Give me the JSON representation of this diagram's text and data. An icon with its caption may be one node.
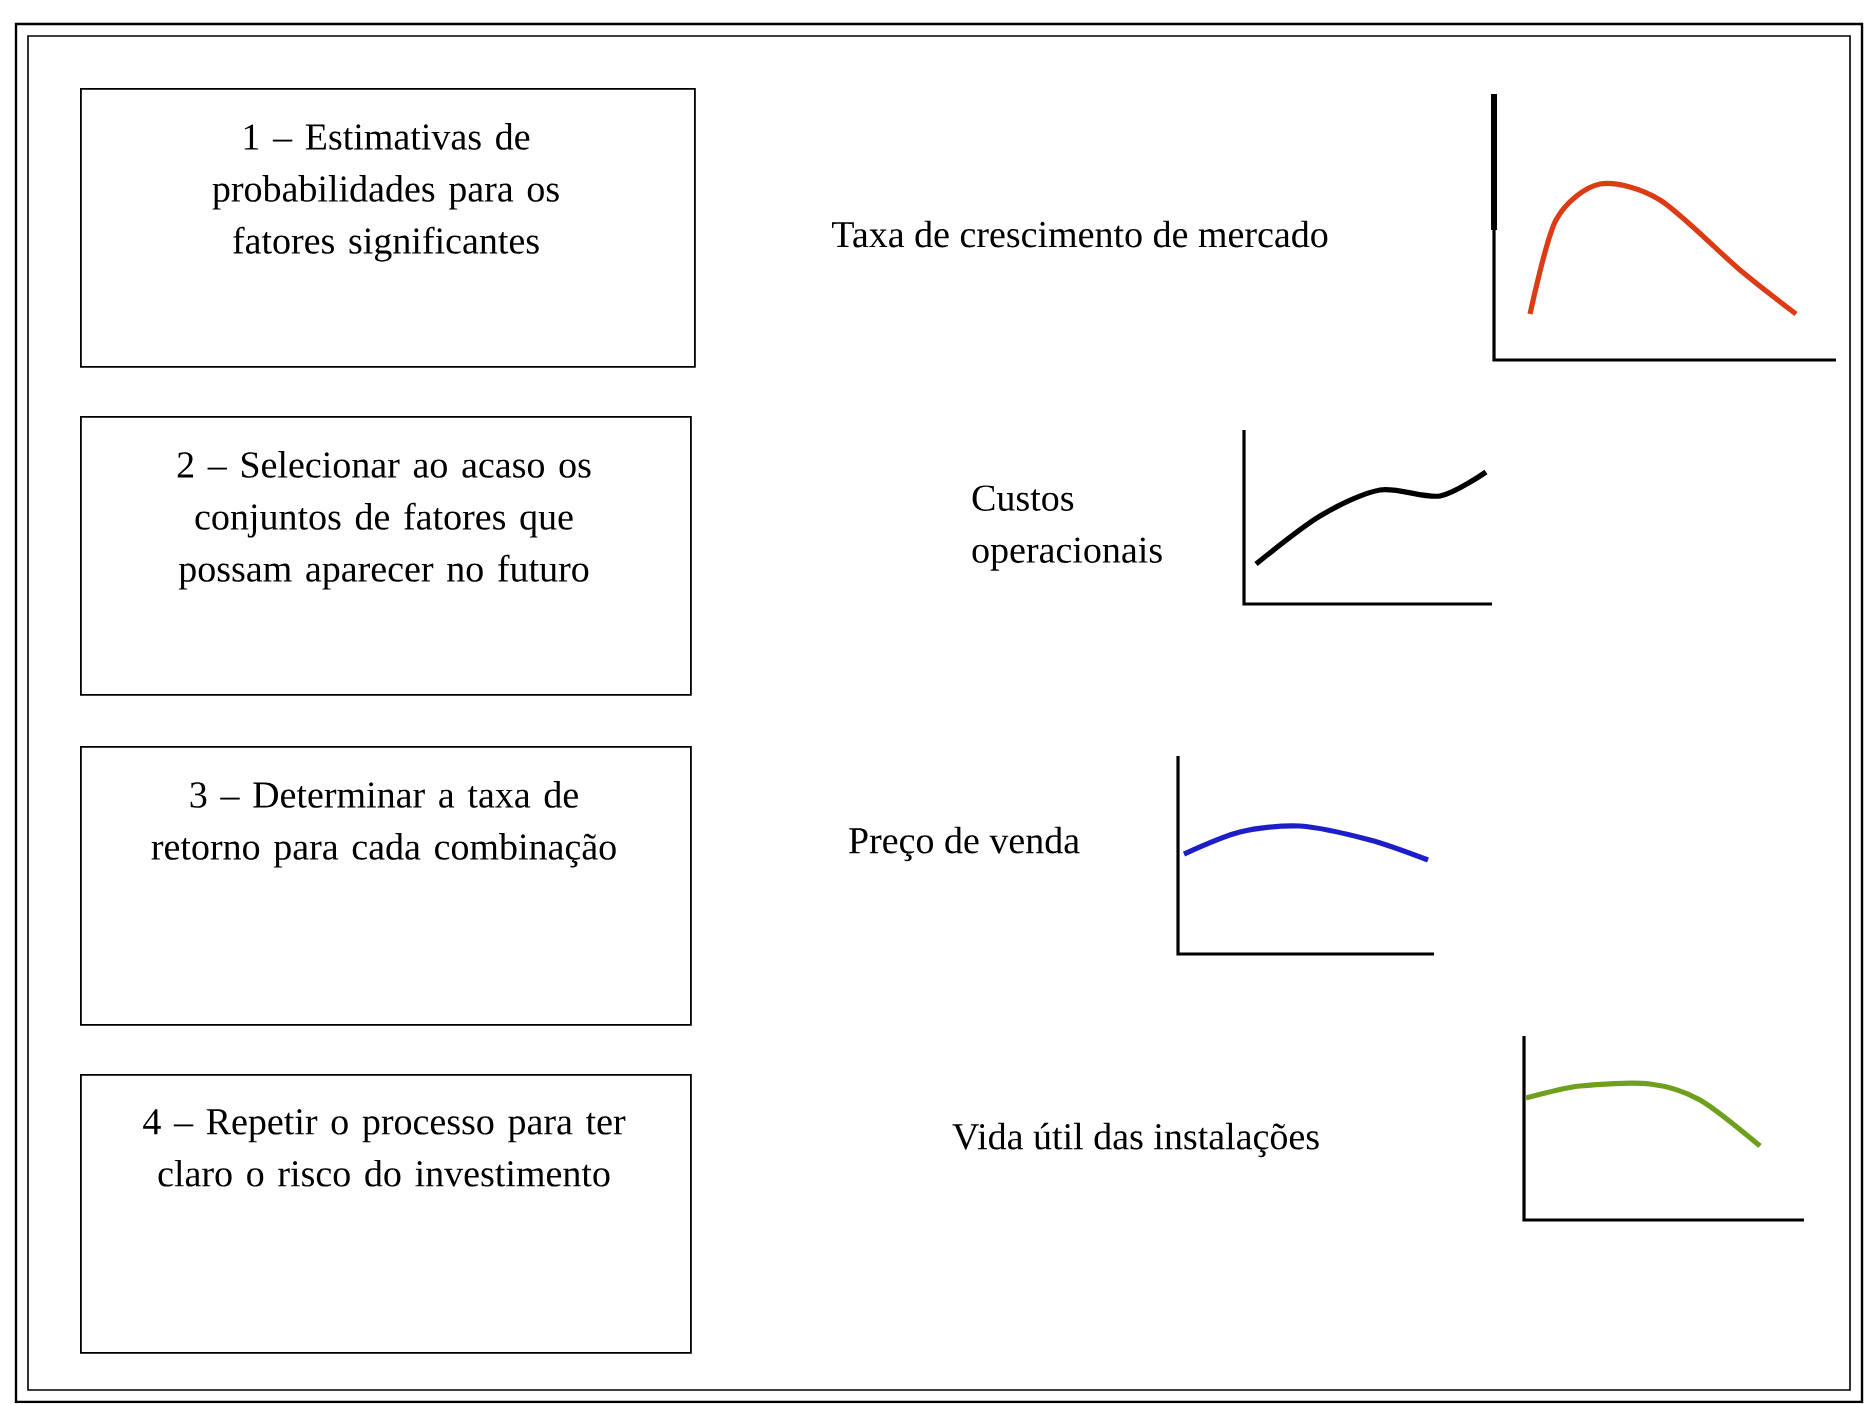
{
  "diagram": {
    "nodes": [
      {
        "text": [
          "1 – Estimativas de probabilidades para os fatores significantes"
        ]
      },
      {
        "text": [
          "2 – Selecionar ao acaso os conjuntos de fatores que possam aparecer no futuro"
        ]
      },
      {
        "text": [
          "3 – Determinar a taxa de retorno para cada combinação"
        ]
      },
      {
        "text": [
          "4 – Repetir o processo para ter claro o risco do investimento"
        ]
      }
    ],
    "labels": [
      "Taxa de crescimento de mercado",
      "Custos operacionais",
      "Preço de venda",
      "Vida útil das instalações"
    ]
  }
}
